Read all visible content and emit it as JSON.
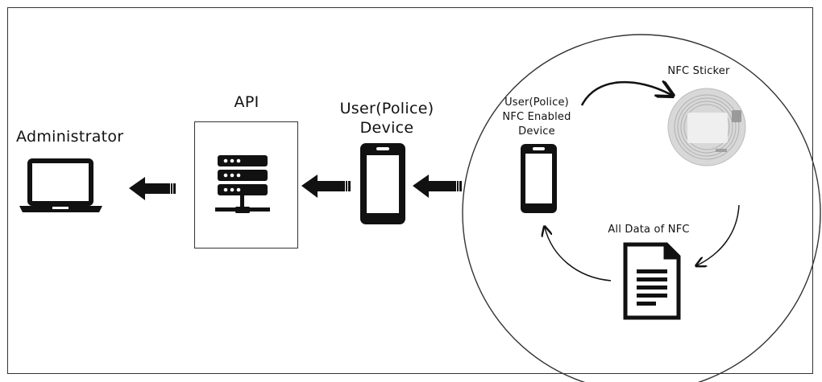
{
  "nodes": {
    "administrator": {
      "label": "Administrator",
      "icon": "laptop-icon"
    },
    "api": {
      "label": "API",
      "icon": "server-icon"
    },
    "user_device": {
      "label_line1": "User(Police)",
      "label_line2": "Device",
      "icon": "smartphone-icon"
    },
    "nfc_device": {
      "label_line1": "User(Police)",
      "label_line2": "NFC Enabled",
      "label_line3": "Device",
      "icon": "smartphone-icon"
    },
    "nfc_sticker": {
      "label": "NFC Sticker",
      "icon": "nfc-sticker-icon"
    },
    "nfc_data": {
      "label": "All Data of NFC",
      "icon": "document-icon"
    }
  },
  "colors": {
    "ink": "#111111",
    "border": "#333333",
    "sticker": "#d8d8d8"
  }
}
